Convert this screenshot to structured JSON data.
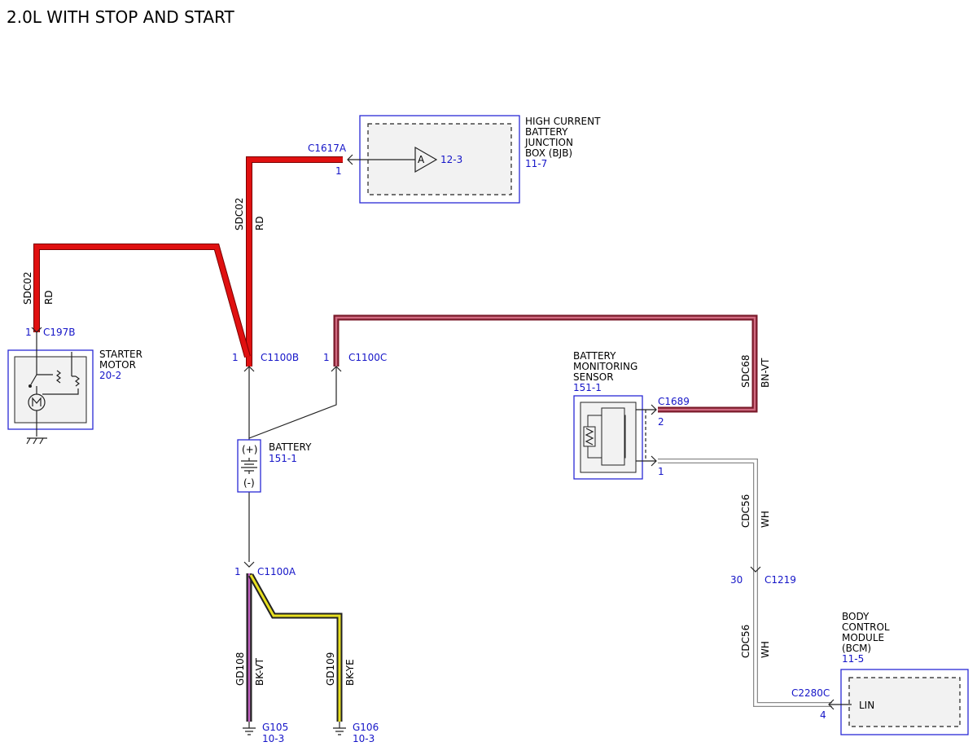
{
  "title": "2.0L WITH STOP AND START",
  "colors": {
    "red": "#e01010",
    "brown_violet": "#7a1a2a",
    "white_wire": "#9a9a9a",
    "black_violet": "#c060c0",
    "black_yellow": "#e8e020",
    "reference_blue": "#1515c8",
    "component_border": "#2a2ad6"
  },
  "components": {
    "bjb": {
      "name_lines": [
        "HIGH CURRENT",
        "BATTERY",
        "JUNCTION",
        "BOX (BJB)"
      ],
      "ref": "11-7",
      "connector": "C1617A",
      "pin": "1",
      "internal_label": "A",
      "internal_ref": "12-3"
    },
    "starter": {
      "name_lines": [
        "STARTER",
        "MOTOR"
      ],
      "ref": "20-2",
      "connector": "C197B",
      "pin": "1"
    },
    "battery": {
      "name": "BATTERY",
      "ref": "151-1",
      "plus": "(+)",
      "minus": "(-)"
    },
    "bms": {
      "name_lines": [
        "BATTERY",
        "MONITORING",
        "SENSOR"
      ],
      "ref": "151-1",
      "connector": "C1689",
      "pin_a": "2",
      "pin_b": "1"
    },
    "bcm": {
      "name_lines": [
        "BODY",
        "CONTROL",
        "MODULE",
        "(BCM)"
      ],
      "ref": "11-5",
      "connector": "C2280C",
      "pin": "4",
      "internal_label": "LIN"
    }
  },
  "connectors": {
    "c1100b": {
      "name": "C1100B",
      "pin": "1"
    },
    "c1100c": {
      "name": "C1100C",
      "pin": "1"
    },
    "c1100a": {
      "name": "C1100A",
      "pin": "1"
    },
    "c1219": {
      "name": "C1219",
      "pin": "30"
    }
  },
  "wires": {
    "sdc02_bjb": {
      "circuit": "SDC02",
      "color": "RD"
    },
    "sdc02_starter": {
      "circuit": "SDC02",
      "color": "RD"
    },
    "sdc68": {
      "circuit": "SDC68",
      "color": "BN-VT"
    },
    "cdc56_upper": {
      "circuit": "CDC56",
      "color": "WH"
    },
    "cdc56_lower": {
      "circuit": "CDC56",
      "color": "WH"
    },
    "gd108": {
      "circuit": "GD108",
      "color": "BK-VT"
    },
    "gd109": {
      "circuit": "GD109",
      "color": "BK-YE"
    }
  },
  "grounds": {
    "g105": {
      "name": "G105",
      "ref": "10-3"
    },
    "g106": {
      "name": "G106",
      "ref": "10-3"
    }
  }
}
